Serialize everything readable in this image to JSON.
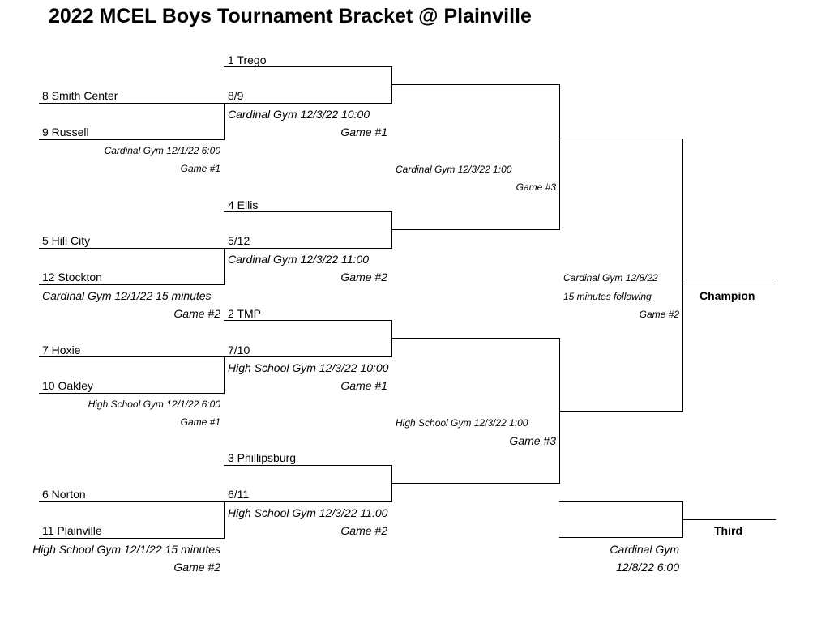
{
  "title": "2022 MCEL Boys Tournament Bracket @ Plainville",
  "round1": [
    {
      "top_team": "8 Smith Center",
      "bottom_team": "9 Russell",
      "location": "Cardinal Gym 12/1/22 6:00",
      "game": "Game #1"
    },
    {
      "top_team": "5 Hill City",
      "bottom_team": "12 Stockton",
      "location": "Cardinal Gym 12/1/22 15 minutes",
      "game": "Game #2"
    },
    {
      "top_team": "7 Hoxie",
      "bottom_team": "10 Oakley",
      "location": "High School Gym 12/1/22 6:00",
      "game": "Game #1"
    },
    {
      "top_team": "6 Norton",
      "bottom_team": "11 Plainville",
      "location": "High School Gym 12/1/22 15 minutes",
      "game": "Game #2"
    }
  ],
  "quarterfinals": [
    {
      "seed_team": "1 Trego",
      "winner_slot": "8/9",
      "location": "Cardinal Gym 12/3/22 10:00",
      "game": "Game #1"
    },
    {
      "seed_team": "4 Ellis",
      "winner_slot": "5/12",
      "location": "Cardinal Gym 12/3/22 11:00",
      "game": "Game #2"
    },
    {
      "seed_team": "2 TMP",
      "winner_slot": "7/10",
      "location": "High School Gym 12/3/22 10:00",
      "game": "Game #1"
    },
    {
      "seed_team": "3 Phillipsburg",
      "winner_slot": "6/11",
      "location": "High School Gym 12/3/22 11:00",
      "game": "Game #2"
    }
  ],
  "semifinals": [
    {
      "location": "Cardinal Gym 12/3/22 1:00",
      "game": "Game #3"
    },
    {
      "location": "High School Gym 12/3/22 1:00",
      "game": "Game #3"
    }
  ],
  "final": {
    "line1": "Cardinal Gym 12/8/22",
    "line2": "15 minutes following",
    "game": "Game #2",
    "label": "Champion"
  },
  "third_place": {
    "label": "Third",
    "line1": "Cardinal Gym",
    "line2": "12/8/22 6:00"
  }
}
